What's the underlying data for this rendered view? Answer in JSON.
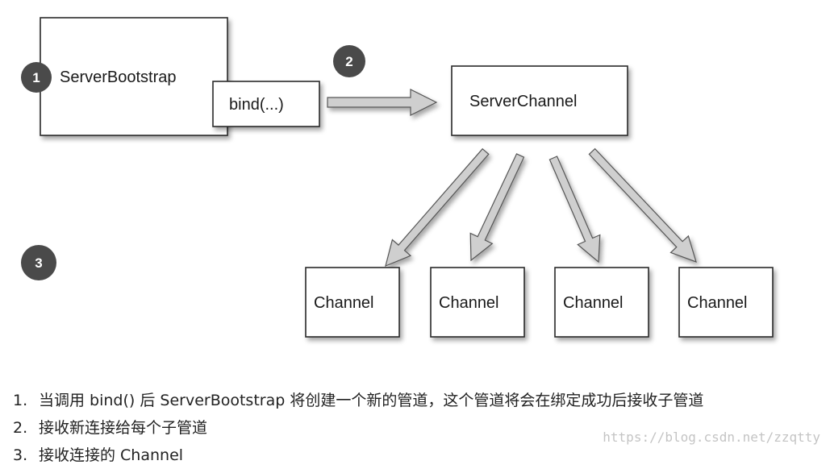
{
  "diagram": {
    "server_bootstrap_label": "ServerBootstrap",
    "bind_label": "bind(...)",
    "server_channel_label": "ServerChannel",
    "channel_labels": [
      "Channel",
      "Channel",
      "Channel",
      "Channel"
    ],
    "badges": [
      "1",
      "2",
      "3"
    ]
  },
  "notes": [
    {
      "num": "1.",
      "text": "当调用 bind() 后 ServerBootstrap 将创建一个新的管道，这个管道将会在绑定成功后接收子管道"
    },
    {
      "num": "2.",
      "text": "接收新连接给每个子管道"
    },
    {
      "num": "3.",
      "text": "接收连接的 Channel"
    }
  ],
  "watermark": "https://blog.csdn.net/zzqtty",
  "colors": {
    "badge": "#4a4a4a",
    "arrow_fill": "#cfcfcf",
    "box_stroke": "#2b2b2b"
  }
}
